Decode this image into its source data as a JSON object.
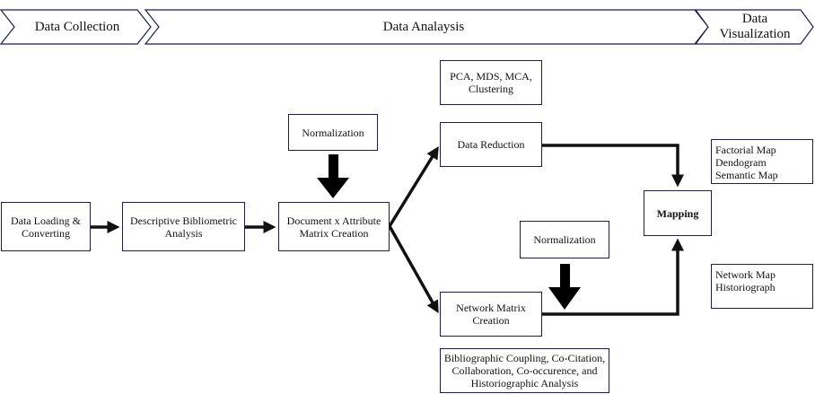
{
  "phases": [
    "Data Collection",
    "Data Analaysis",
    "Data Visualization"
  ],
  "boxes": {
    "data_loading": "Data Loading & Converting",
    "descriptive": "Descriptive Bibliometric Analysis",
    "document_matrix": "Document x Attribute Matrix Creation",
    "normalization_top": "Normalization",
    "pca": "PCA, MDS, MCA, Clustering",
    "data_reduction": "Data Reduction",
    "normalization_bottom": "Normalization",
    "network_matrix": "Network Matrix Creation",
    "bibliographic": "Bibliographic Coupling, Co-Citation, Collaboration, Co-occurence, and Historiographic Analysis",
    "mapping": "Mapping",
    "factorial_lines": [
      "Factorial Map",
      "Dendogram",
      "Semantic Map"
    ],
    "network_map_lines": [
      "Network Map",
      "Historiograph"
    ]
  },
  "colors": {
    "border": "#1a1f4a",
    "arrow": "#111111"
  }
}
